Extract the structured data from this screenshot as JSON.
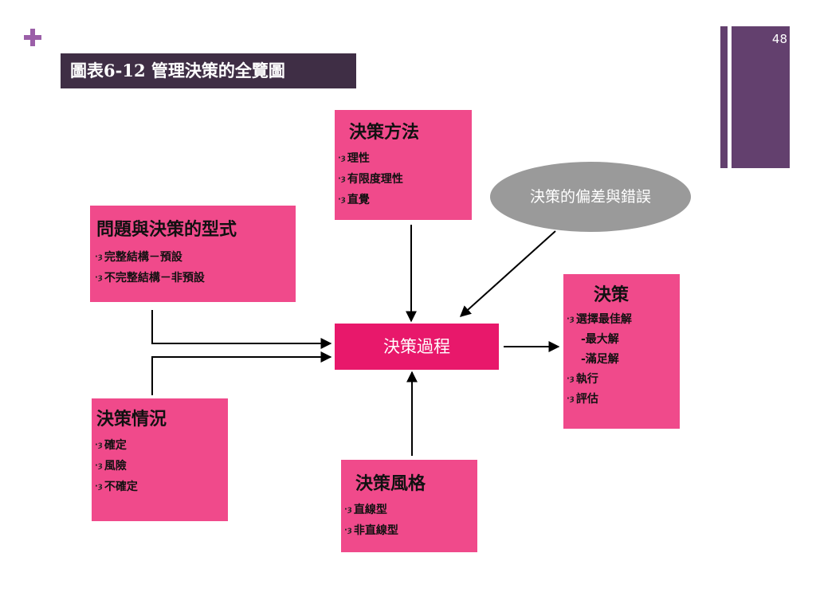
{
  "slide": {
    "page_number": "48",
    "title": "圖表6-12 管理決策的全覽圖"
  },
  "boxes": {
    "method": {
      "title": "決策方法",
      "items": [
        "理性",
        "有限度理性",
        "直覺"
      ]
    },
    "type": {
      "title": "問題與決策的型式",
      "items": [
        "完整結構－預設",
        "不完整結構－非預設"
      ]
    },
    "process": {
      "title": "決策過程"
    },
    "bias": {
      "title": "決策的偏差與錯誤"
    },
    "decision": {
      "title": "決策",
      "items": [
        "選擇最佳解",
        "-最大解",
        "-滿足解",
        "執行",
        "評估"
      ]
    },
    "situation": {
      "title": "決策情況",
      "items": [
        "確定",
        "風險",
        "不確定"
      ]
    },
    "style": {
      "title": "決策風格",
      "items": [
        "直線型",
        "非直線型"
      ]
    }
  },
  "bullet_glyph": "·ȝ",
  "colors": {
    "box_pink": "#f04a8b",
    "process_pink": "#e8186b",
    "bias_gray": "#9a9a9a",
    "title_bar": "#3f2e45",
    "accent_purple": "#63406e",
    "plus_purple": "#9b5fa8"
  }
}
